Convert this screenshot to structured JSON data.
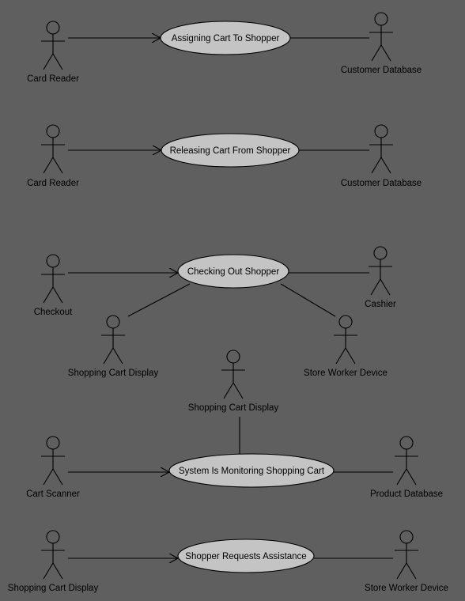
{
  "diagram": {
    "use_cases": [
      {
        "id": "uc1",
        "name": "Assigning Cart To Shopper"
      },
      {
        "id": "uc2",
        "name": "Releasing Cart From Shopper"
      },
      {
        "id": "uc3",
        "name": "Checking Out Shopper"
      },
      {
        "id": "uc4",
        "name": "System Is Monitoring Shopping Cart"
      },
      {
        "id": "uc5",
        "name": "Shopper Requests Assistance"
      }
    ],
    "actors": [
      {
        "id": "a1",
        "name": "Card Reader"
      },
      {
        "id": "a2",
        "name": "Customer Database"
      },
      {
        "id": "a3",
        "name": "Card Reader"
      },
      {
        "id": "a4",
        "name": "Customer Database"
      },
      {
        "id": "a5",
        "name": "Checkout"
      },
      {
        "id": "a6",
        "name": "Cashier"
      },
      {
        "id": "a7",
        "name": "Shopping Cart Display"
      },
      {
        "id": "a8",
        "name": "Store Worker Device"
      },
      {
        "id": "a9",
        "name": "Shopping Cart Display"
      },
      {
        "id": "a10",
        "name": "Cart Scanner"
      },
      {
        "id": "a11",
        "name": "Product Database"
      },
      {
        "id": "a12",
        "name": "Shopping Cart Display"
      },
      {
        "id": "a13",
        "name": "Store Worker Device"
      }
    ],
    "associations": [
      {
        "from": "a1",
        "to": "uc1",
        "arrow": true
      },
      {
        "from": "uc1",
        "to": "a2",
        "arrow": false
      },
      {
        "from": "a3",
        "to": "uc2",
        "arrow": true
      },
      {
        "from": "uc2",
        "to": "a4",
        "arrow": false
      },
      {
        "from": "a5",
        "to": "uc3",
        "arrow": true
      },
      {
        "from": "uc3",
        "to": "a6",
        "arrow": false
      },
      {
        "from": "uc3",
        "to": "a7",
        "arrow": false
      },
      {
        "from": "uc3",
        "to": "a8",
        "arrow": false
      },
      {
        "from": "a9",
        "to": "uc4",
        "arrow": false
      },
      {
        "from": "a10",
        "to": "uc4",
        "arrow": true
      },
      {
        "from": "uc4",
        "to": "a11",
        "arrow": false
      },
      {
        "from": "a12",
        "to": "uc5",
        "arrow": true
      },
      {
        "from": "uc5",
        "to": "a13",
        "arrow": false
      }
    ]
  }
}
